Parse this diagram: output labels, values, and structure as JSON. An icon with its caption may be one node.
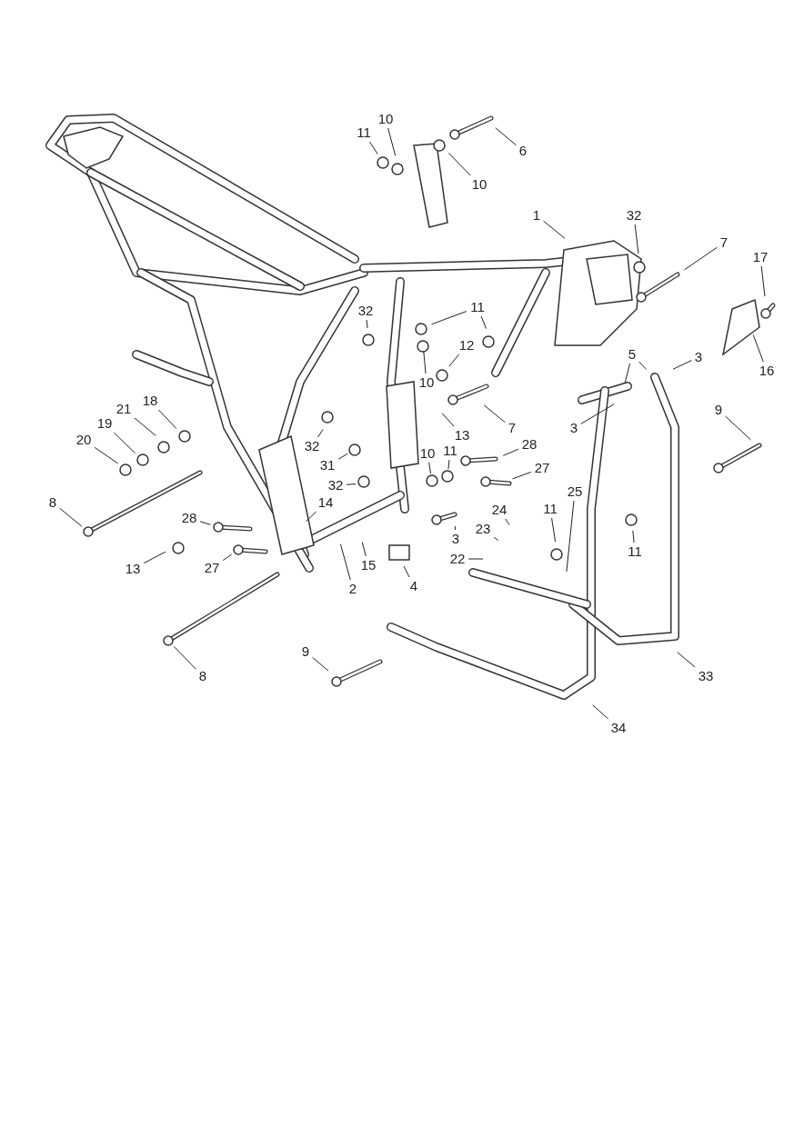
{
  "diagram": {
    "nodes": [
      {
        "text": [
          "11"
        ]
      },
      {
        "text": [
          "10"
        ]
      },
      {
        "text": [
          "10"
        ]
      },
      {
        "text": [
          "6"
        ]
      },
      {
        "text": [
          "1"
        ]
      },
      {
        "text": [
          "32"
        ]
      },
      {
        "text": [
          "7"
        ]
      },
      {
        "text": [
          "17"
        ]
      },
      {
        "text": [
          "16"
        ]
      },
      {
        "text": [
          "11"
        ]
      },
      {
        "text": [
          "32"
        ]
      },
      {
        "text": [
          "12"
        ]
      },
      {
        "text": [
          "10"
        ]
      },
      {
        "text": [
          "5"
        ]
      },
      {
        "text": [
          "3"
        ]
      },
      {
        "text": [
          "13"
        ]
      },
      {
        "text": [
          "7"
        ]
      },
      {
        "text": [
          "3"
        ]
      },
      {
        "text": [
          "9"
        ]
      },
      {
        "text": [
          "18"
        ]
      },
      {
        "text": [
          "21"
        ]
      },
      {
        "text": [
          "32"
        ]
      },
      {
        "text": [
          "19"
        ]
      },
      {
        "text": [
          "20"
        ]
      },
      {
        "text": [
          "28"
        ]
      },
      {
        "text": [
          "31"
        ]
      },
      {
        "text": [
          "10"
        ]
      },
      {
        "text": [
          "11"
        ]
      },
      {
        "text": [
          "27"
        ]
      },
      {
        "text": [
          "32"
        ]
      },
      {
        "text": [
          "8"
        ]
      },
      {
        "text": [
          "14"
        ]
      },
      {
        "text": [
          "24"
        ]
      },
      {
        "text": [
          "25"
        ]
      },
      {
        "text": [
          "11"
        ]
      },
      {
        "text": [
          "28"
        ]
      },
      {
        "text": [
          "23"
        ]
      },
      {
        "text": [
          "22"
        ]
      },
      {
        "text": [
          "3"
        ]
      },
      {
        "text": [
          "11"
        ]
      },
      {
        "text": [
          "15"
        ]
      },
      {
        "text": [
          "2"
        ]
      },
      {
        "text": [
          "4"
        ]
      },
      {
        "text": [
          "13"
        ]
      },
      {
        "text": [
          "27"
        ]
      },
      {
        "text": [
          "33"
        ]
      },
      {
        "text": [
          "8"
        ]
      },
      {
        "text": [
          "9"
        ]
      },
      {
        "text": [
          "34"
        ]
      }
    ],
    "edges": [
      {
        "from": 0,
        "to": null,
        "arrow": "none"
      },
      {
        "from": 1,
        "to": null,
        "arrow": "none"
      },
      {
        "from": 2,
        "to": null,
        "arrow": "none"
      },
      {
        "from": 3,
        "to": null,
        "arrow": "none"
      },
      {
        "from": 4,
        "to": null,
        "arrow": "none"
      },
      {
        "from": 5,
        "to": null,
        "arrow": "none"
      },
      {
        "from": 6,
        "to": null,
        "arrow": "none"
      },
      {
        "from": 7,
        "to": null,
        "arrow": "none"
      },
      {
        "from": 8,
        "to": null,
        "arrow": "none"
      },
      {
        "from": 9,
        "to": null,
        "arrow": "none"
      },
      {
        "from": 9,
        "to": null,
        "arrow": "none"
      },
      {
        "from": 10,
        "to": null,
        "arrow": "none"
      },
      {
        "from": 11,
        "to": null,
        "arrow": "none"
      },
      {
        "from": 12,
        "to": null,
        "arrow": "none"
      },
      {
        "from": 13,
        "to": null,
        "arrow": "none"
      },
      {
        "from": 13,
        "to": null,
        "arrow": "none"
      },
      {
        "from": 14,
        "to": null,
        "arrow": "none"
      },
      {
        "from": 15,
        "to": null,
        "arrow": "none"
      },
      {
        "from": 16,
        "to": null,
        "arrow": "none"
      },
      {
        "from": 17,
        "to": null,
        "arrow": "none"
      },
      {
        "from": 18,
        "to": null,
        "arrow": "none"
      },
      {
        "from": 19,
        "to": null,
        "arrow": "none"
      },
      {
        "from": 20,
        "to": null,
        "arrow": "none"
      },
      {
        "from": 21,
        "to": null,
        "arrow": "none"
      },
      {
        "from": 22,
        "to": null,
        "arrow": "none"
      },
      {
        "from": 23,
        "to": null,
        "arrow": "none"
      },
      {
        "from": 24,
        "to": null,
        "arrow": "none"
      },
      {
        "from": 25,
        "to": null,
        "arrow": "none"
      },
      {
        "from": 26,
        "to": null,
        "arrow": "none"
      },
      {
        "from": 27,
        "to": null,
        "arrow": "none"
      },
      {
        "from": 28,
        "to": null,
        "arrow": "none"
      },
      {
        "from": 29,
        "to": null,
        "arrow": "none"
      },
      {
        "from": 30,
        "to": null,
        "arrow": "none"
      },
      {
        "from": 31,
        "to": null,
        "arrow": "none"
      },
      {
        "from": 32,
        "to": null,
        "arrow": "none"
      },
      {
        "from": 33,
        "to": null,
        "arrow": "none"
      },
      {
        "from": 34,
        "to": null,
        "arrow": "none"
      },
      {
        "from": 35,
        "to": null,
        "arrow": "none"
      },
      {
        "from": 36,
        "to": null,
        "arrow": "none"
      },
      {
        "from": 37,
        "to": null,
        "arrow": "none"
      },
      {
        "from": 38,
        "to": null,
        "arrow": "none"
      },
      {
        "from": 39,
        "to": null,
        "arrow": "none"
      },
      {
        "from": 40,
        "to": null,
        "arrow": "none"
      },
      {
        "from": 41,
        "to": null,
        "arrow": "none"
      },
      {
        "from": 42,
        "to": null,
        "arrow": "none"
      },
      {
        "from": 43,
        "to": null,
        "arrow": "none"
      },
      {
        "from": 44,
        "to": null,
        "arrow": "none"
      },
      {
        "from": 45,
        "to": null,
        "arrow": "none"
      },
      {
        "from": 46,
        "to": null,
        "arrow": "none"
      },
      {
        "from": 47,
        "to": null,
        "arrow": "none"
      },
      {
        "from": 48,
        "to": null,
        "arrow": "none"
      }
    ]
  }
}
